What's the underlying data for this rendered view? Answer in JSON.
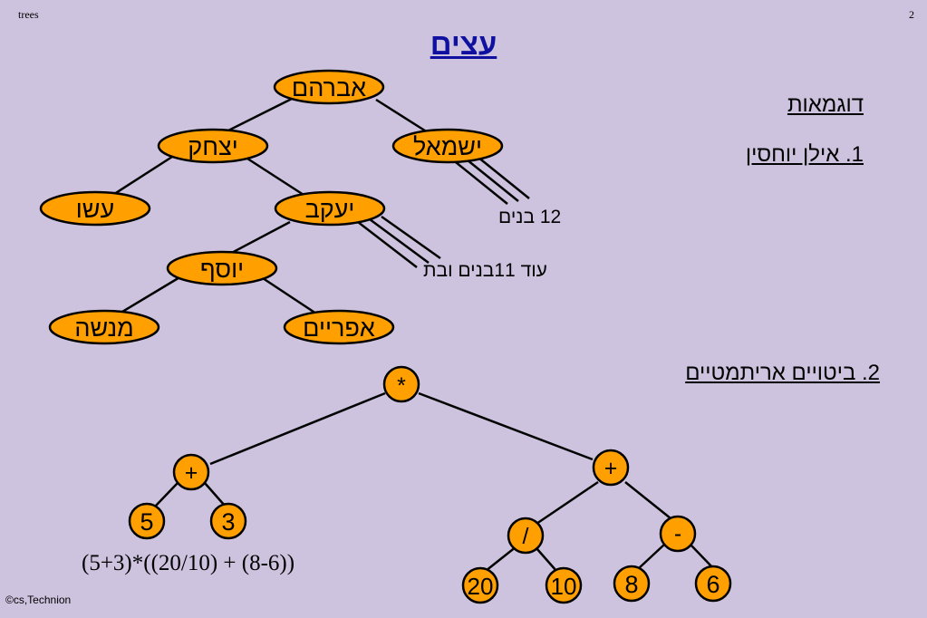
{
  "header": {
    "left_label": "trees",
    "page_number": "2"
  },
  "title": "עצים",
  "examples_heading": "דוגמאות",
  "example1_heading": "1. אילן יוחסין",
  "example2_heading": "2. ביטויים אריתמטיים",
  "family_tree": {
    "nodes": {
      "avraham": "אברהם",
      "yitzchak": "יצחק",
      "yishmael": "ישמאל",
      "esav": "עשו",
      "yaakov": "יעקב",
      "yosef": "יוסף",
      "menashe": "מנשה",
      "efraim": "אפריים"
    },
    "note_yishmael": "12 בנים",
    "note_yaakov": "עוד 11בנים ובת"
  },
  "expression_tree": {
    "root": "*",
    "left_plus": "+",
    "right_plus": "+",
    "divide": "/",
    "minus": "-",
    "leaf_5": "5",
    "leaf_3": "3",
    "leaf_20": "20",
    "leaf_10": "10",
    "leaf_8": "8",
    "leaf_6": "6"
  },
  "formula": "(5+3)*((20/10) + (8-6))",
  "footer": "©cs,Technion",
  "colors": {
    "background": "#cdc3df",
    "node_fill": "#ff9f00",
    "title": "#1010a0"
  }
}
